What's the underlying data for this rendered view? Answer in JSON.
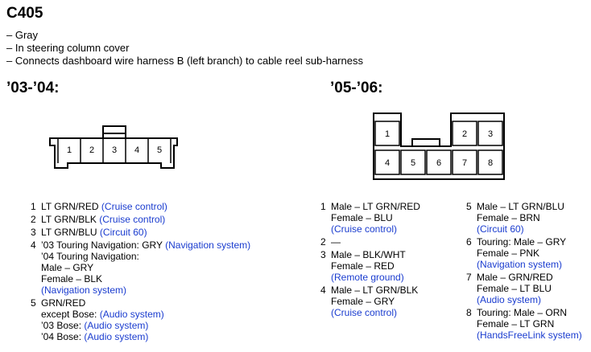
{
  "title": "C405",
  "desc": [
    "– Gray",
    "– In steering column cover",
    "– Connects dashboard wire harness B (left branch) to cable reel sub-harness"
  ],
  "left": {
    "year": "’03-’04:",
    "pin_numbers": [
      "1",
      "2",
      "3",
      "4",
      "5"
    ]
  },
  "right": {
    "year": "’05-’06:",
    "pin_numbers": [
      "1",
      "2",
      "3",
      "4",
      "5",
      "6",
      "7",
      "8"
    ]
  },
  "left_pins": [
    {
      "n": "1",
      "t": "LT GRN/RED ",
      "b": "(Cruise control)"
    },
    {
      "n": "2",
      "t": "LT GRN/BLK ",
      "b": "(Cruise control)"
    },
    {
      "n": "3",
      "t": "LT GRN/BLU ",
      "b": "(Circuit 60)"
    },
    {
      "n": "4",
      "t": "’03 Touring Navigation: GRY ",
      "b": "(Navigation system)"
    },
    {
      "t": "’04 Touring Navigation:"
    },
    {
      "t": "Male – GRY"
    },
    {
      "t": "Female – BLK"
    },
    {
      "b": "(Navigation system)"
    },
    {
      "n": "5",
      "t": "GRN/RED"
    },
    {
      "t": "except Bose: ",
      "b": "(Audio system)"
    },
    {
      "t": "’03 Bose: ",
      "b": "(Audio system)"
    },
    {
      "t": "’04 Bose: ",
      "b": "(Audio system)"
    }
  ],
  "mid_pins": [
    {
      "n": "1",
      "t": "Male – LT GRN/RED"
    },
    {
      "t": "Female – BLU"
    },
    {
      "b": "(Cruise control)"
    },
    {
      "n": "2",
      "t": "—"
    },
    {
      "n": "3",
      "t": "Male – BLK/WHT"
    },
    {
      "t": "Female – RED"
    },
    {
      "b": "(Remote ground)"
    },
    {
      "n": "4",
      "t": "Male – LT GRN/BLK"
    },
    {
      "t": "Female – GRY"
    },
    {
      "b": "(Cruise control)"
    }
  ],
  "right_pins": [
    {
      "n": "5",
      "t": "Male – LT GRN/BLU"
    },
    {
      "t": "Female – BRN"
    },
    {
      "b": "(Circuit 60)"
    },
    {
      "n": "6",
      "t": "Touring: Male – GRY"
    },
    {
      "t": "Female – PNK"
    },
    {
      "b": "(Navigation system)"
    },
    {
      "n": "7",
      "t": "Male – GRN/RED"
    },
    {
      "t": "Female – LT BLU"
    },
    {
      "b": "(Audio system)"
    },
    {
      "n": "8",
      "t": "Touring: Male – ORN"
    },
    {
      "t": "Female – LT GRN"
    },
    {
      "b": "(HandsFreeLink system)"
    }
  ]
}
